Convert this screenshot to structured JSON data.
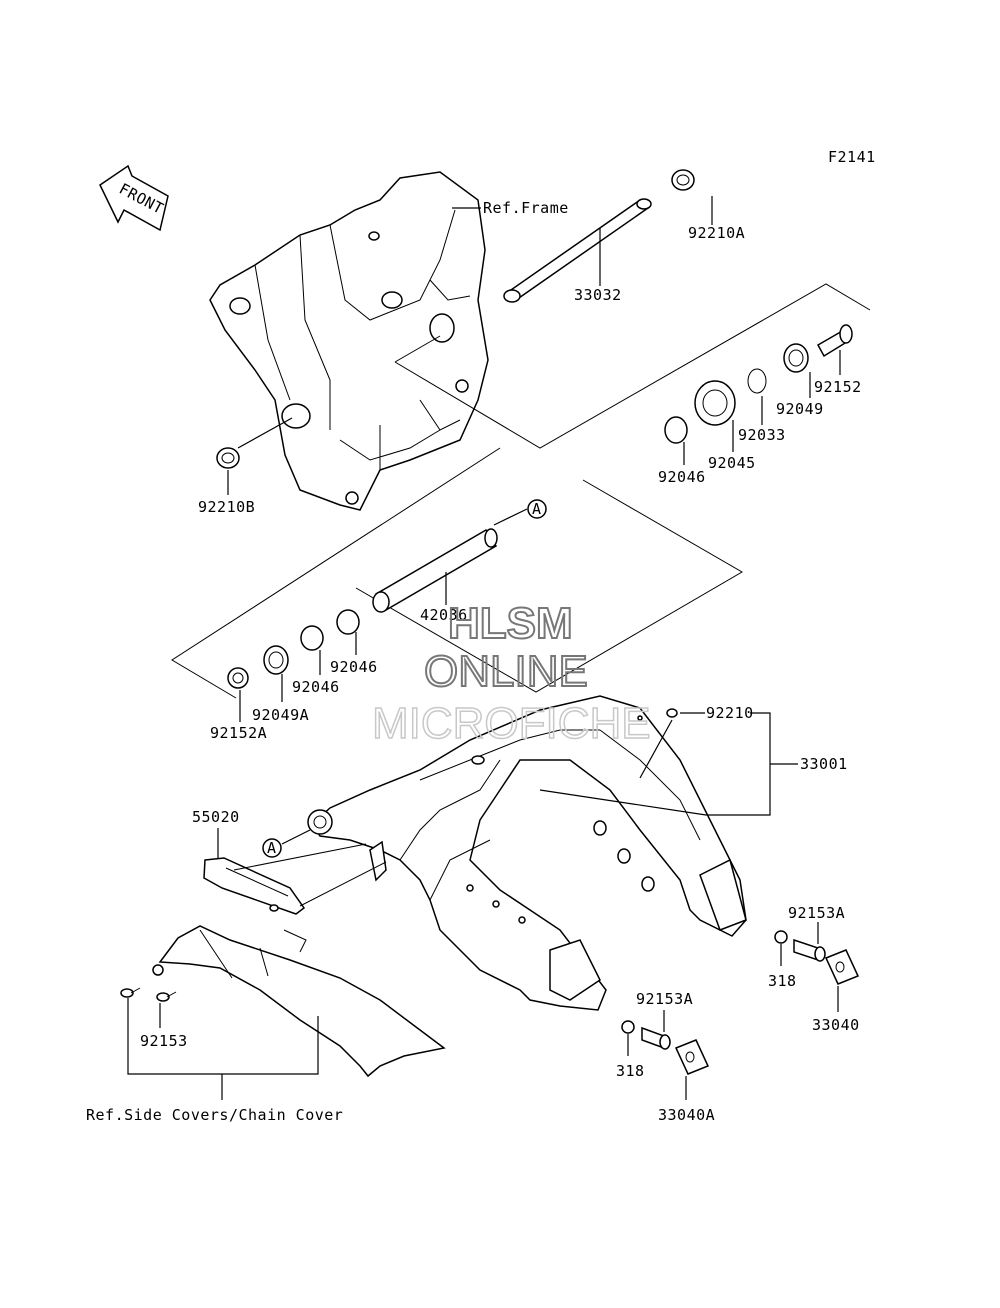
{
  "figure_code": "F2141",
  "front_label": "FRONT",
  "ref_frame": "Ref.Frame",
  "ref_covers": "Ref.Side Covers/Chain Cover",
  "callout_a": "A",
  "watermark": {
    "line1": "HLSM",
    "line2": "ONLINE",
    "line3": "MICROFICHE"
  },
  "parts": {
    "p92210A": "92210A",
    "p33032": "33032",
    "p92152": "92152",
    "p92049": "92049",
    "p92033": "92033",
    "p92045": "92045",
    "p92046_top": "92046",
    "p92210B": "92210B",
    "p42036": "42036",
    "p92046_a": "92046",
    "p92046_b": "92046",
    "p92049A": "92049A",
    "p92152A": "92152A",
    "p92210": "92210",
    "p33001": "33001",
    "p55020": "55020",
    "p92153A_right": "92153A",
    "p318_right": "318",
    "p33040": "33040",
    "p92153": "92153",
    "p92153A_low": "92153A",
    "p318_low": "318",
    "p33040A": "33040A"
  }
}
